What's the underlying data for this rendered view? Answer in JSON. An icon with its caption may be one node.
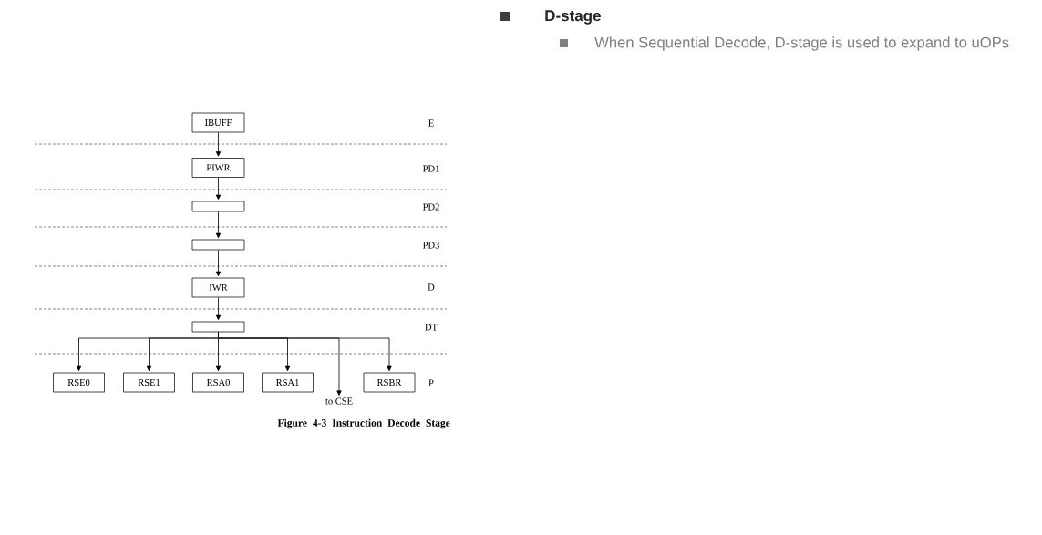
{
  "diagram": {
    "caption": "Figure 4-3 Instruction Decode Stage",
    "nodes": [
      {
        "text": [
          "IBUFF"
        ]
      },
      {
        "text": [
          "PIWR"
        ]
      },
      {
        "text": [],
        "shape": "box"
      },
      {
        "text": [],
        "shape": "box"
      },
      {
        "text": [
          "IWR"
        ]
      },
      {
        "text": [],
        "shape": "box"
      },
      {
        "text": [
          "RSE0"
        ]
      },
      {
        "text": [
          "RSE1"
        ]
      },
      {
        "text": [
          "RSA0"
        ]
      },
      {
        "text": [
          "RSA1"
        ]
      },
      {
        "text": [
          "to CSE"
        ]
      },
      {
        "text": [
          "RSBR"
        ]
      }
    ],
    "edges": [
      {
        "from": 0,
        "to": 1,
        "arrow": "to"
      },
      {
        "from": 1,
        "to": 2,
        "arrow": "to"
      },
      {
        "from": 2,
        "to": 3,
        "arrow": "to"
      },
      {
        "from": 3,
        "to": 4,
        "arrow": "to"
      },
      {
        "from": 4,
        "to": 5,
        "arrow": "to"
      },
      {
        "from": 5,
        "to": 6,
        "arrow": "to"
      },
      {
        "from": 5,
        "to": 7,
        "arrow": "to"
      },
      {
        "from": 5,
        "to": 8,
        "arrow": "to"
      },
      {
        "from": 5,
        "to": 9,
        "arrow": "to"
      },
      {
        "from": 5,
        "to": 10,
        "arrow": "to"
      },
      {
        "from": 5,
        "to": 11,
        "arrow": "to"
      }
    ],
    "labels": [
      "D-stage",
      "When Sequential Decode, D-stage is used to expand to uOPs",
      "E",
      "PD1",
      "PD2",
      "PD3",
      "D",
      "DT",
      "P"
    ]
  }
}
